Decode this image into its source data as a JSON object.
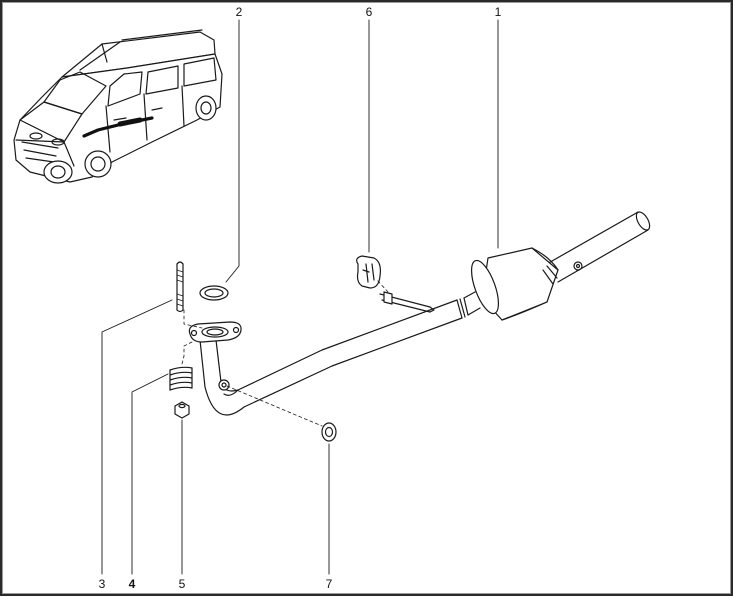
{
  "callouts": [
    {
      "number": "1",
      "bold": false
    },
    {
      "number": "2",
      "bold": false
    },
    {
      "number": "3",
      "bold": false
    },
    {
      "number": "4",
      "bold": true
    },
    {
      "number": "5",
      "bold": false
    },
    {
      "number": "6",
      "bold": false
    },
    {
      "number": "7",
      "bold": false
    }
  ],
  "colors": {
    "line": "#1a1a1a",
    "background": "#ffffff",
    "shade": "#d9d9d9"
  }
}
